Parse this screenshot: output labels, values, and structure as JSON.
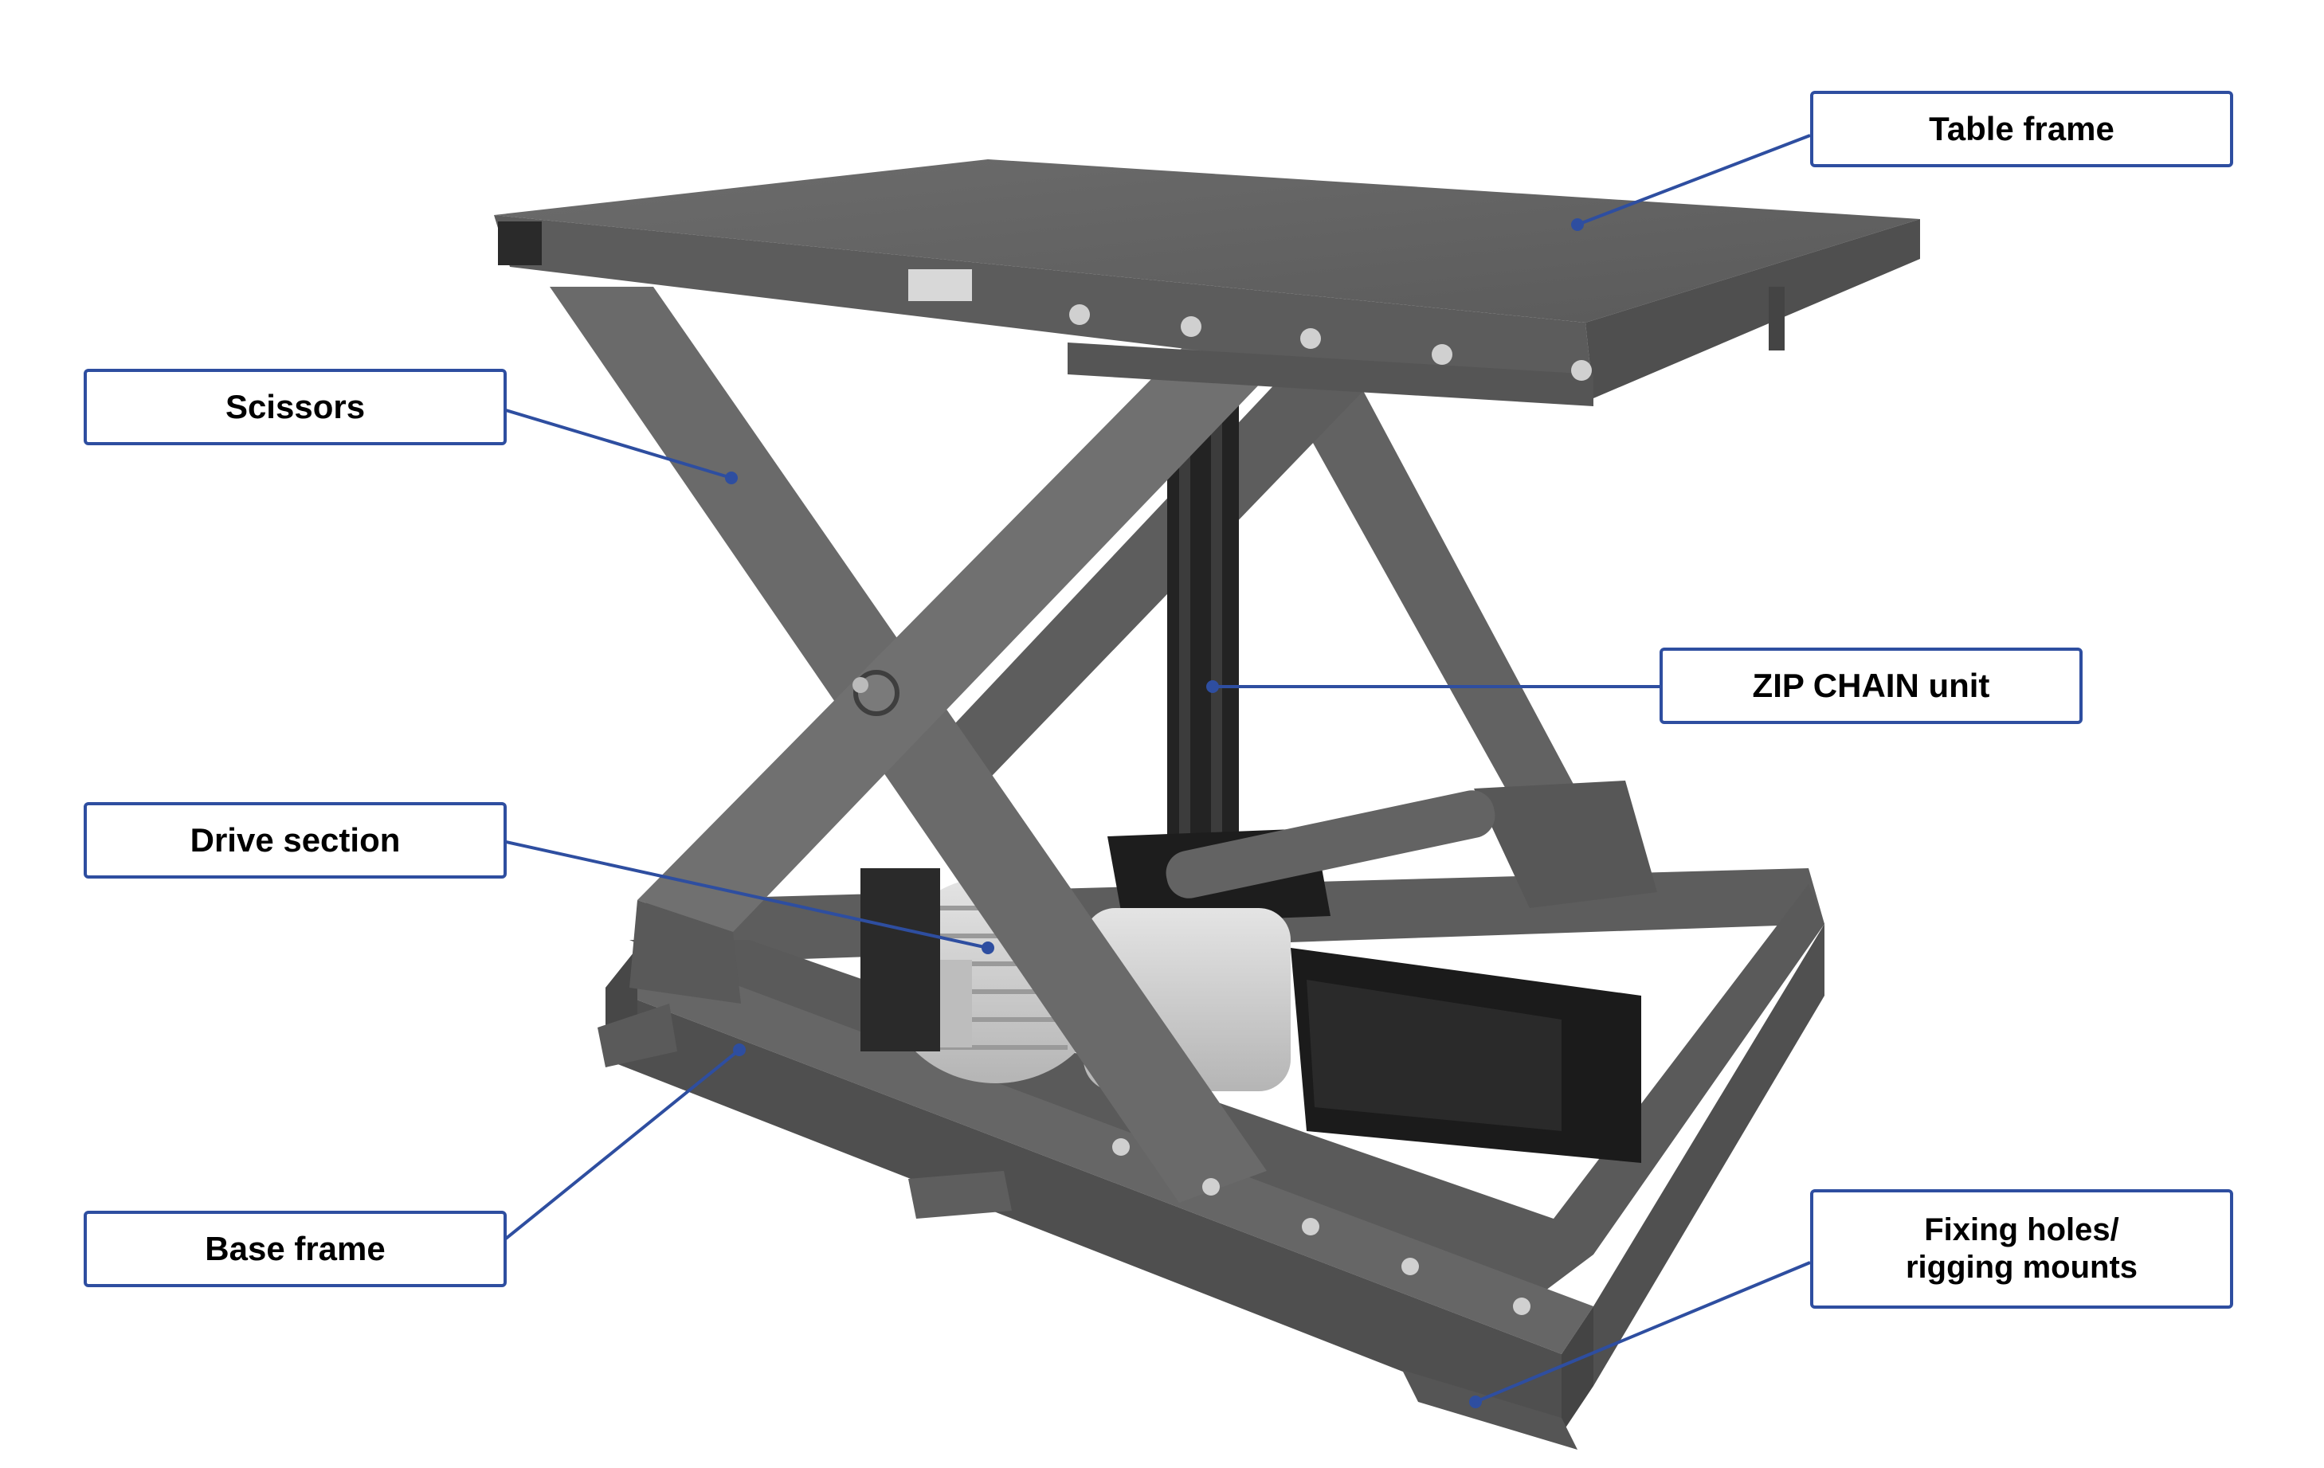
{
  "colors": {
    "accent": "#2e4ea0",
    "metal": "#6b6b6b",
    "dark": "#1a1a1a",
    "motor": "#d4d4d4"
  },
  "labels": {
    "table_frame": "Table frame",
    "scissors": "Scissors",
    "zip_chain": "ZIP CHAIN unit",
    "drive_section": "Drive section",
    "base_frame": "Base frame",
    "fixing_holes_line1": "Fixing holes/",
    "fixing_holes_line2": "rigging mounts"
  }
}
